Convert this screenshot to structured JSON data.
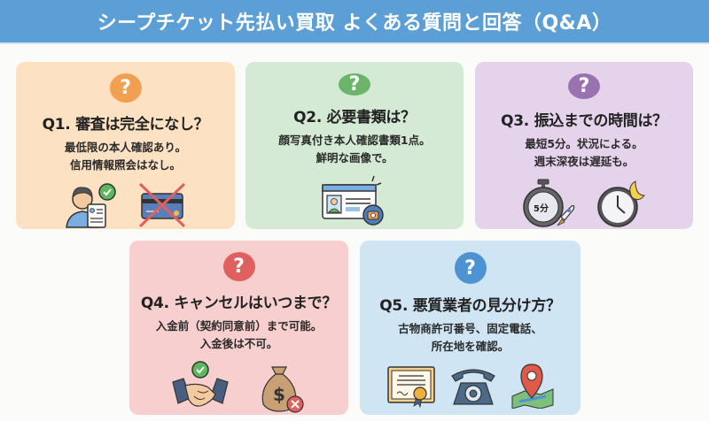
{
  "header": {
    "title": "シープチケット先払い買取 よくある質問と回答（Q&A）",
    "bg_color": "#5b9fd6"
  },
  "cards": [
    {
      "question": "Q1. 審査は完全になし？",
      "answer_lines": [
        "最低限の本人確認あり。",
        "信用情報照会はなし。"
      ],
      "bg_color": "#fde1c3",
      "accent_color": "#f0a050",
      "icons": [
        "person-id-check-icon",
        "credit-card-crossed-icon"
      ]
    },
    {
      "question": "Q2. 必要書類は？",
      "answer_lines": [
        "顔写真付き本人確認書類1点。",
        "鮮明な画像で。"
      ],
      "bg_color": "#d4ead4",
      "accent_color": "#6ab56a",
      "icons": [
        "id-card-camera-icon"
      ]
    },
    {
      "question": "Q3. 振込までの時間は？",
      "answer_lines": [
        "最短5分。状況による。",
        "週末深夜は遅延も。"
      ],
      "bg_color": "#e4d3ea",
      "accent_color": "#9a72b0",
      "icons": [
        "stopwatch-rocket-icon",
        "clock-moon-icon"
      ],
      "stopwatch_label": "5分"
    },
    {
      "question": "Q4. キャンセルはいつまで？",
      "answer_lines": [
        "入金前（契約同意前）まで可能。",
        "入金後は不可。"
      ],
      "bg_color": "#f7cfcf",
      "accent_color": "#e06060",
      "icons": [
        "handshake-check-icon",
        "money-bag-cross-icon"
      ]
    },
    {
      "question": "Q5. 悪質業者の見分け方？",
      "answer_lines": [
        "古物商許可番号、固定電話、",
        "所在地を確認。"
      ],
      "bg_color": "#cfe5f3",
      "accent_color": "#4d93d3",
      "icons": [
        "certificate-icon",
        "telephone-icon",
        "map-pin-icon"
      ]
    }
  ],
  "question_mark": "?"
}
